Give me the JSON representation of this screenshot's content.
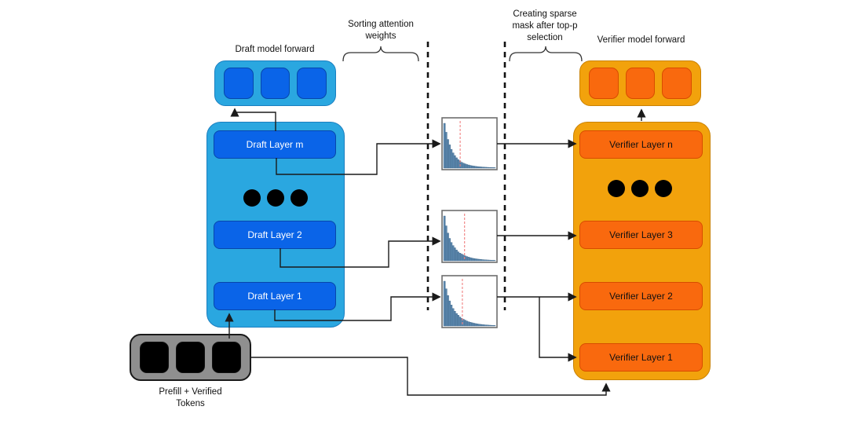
{
  "draft": {
    "title": "Draft model forward",
    "layers": [
      "Draft Layer m",
      "Draft Layer 2",
      "Draft Layer 1"
    ]
  },
  "verifier": {
    "title": "Verifier model forward",
    "layers": [
      "Verifier Layer n",
      "Verifier Layer 3",
      "Verifier Layer 2",
      "Verifier Layer 1"
    ]
  },
  "annotations": {
    "sorting": {
      "lines": [
        "Sorting attention",
        "weights"
      ]
    },
    "sparse_mask": {
      "lines": [
        "Creating sparse",
        "mask after top-p",
        "selection"
      ]
    }
  },
  "tokens": {
    "lines": [
      "Prefill + Verified",
      "Tokens"
    ]
  },
  "colors": {
    "draft_container": "#2aa7e0",
    "draft_block": "#0a64e8",
    "draft_block_border": "#0747ac",
    "verifier_container": "#f2a20c",
    "verifier_block": "#f9690e",
    "verifier_block_border": "#d84c00",
    "token_box": "#8f8f8f",
    "token_block": "#000000",
    "histogram_bar": "#5b87ad",
    "histogram_bar_border": "#3d6487",
    "threshold_line": "#f08080",
    "line": "#1a1a1a"
  },
  "chart_data": [
    {
      "type": "bar",
      "name": "attention-weights-histogram-top",
      "values": [
        1.0,
        0.8,
        0.64,
        0.52,
        0.42,
        0.34,
        0.28,
        0.23,
        0.19,
        0.16,
        0.13,
        0.11,
        0.095,
        0.08,
        0.07,
        0.06,
        0.052,
        0.045,
        0.04,
        0.035,
        0.03,
        0.027,
        0.024,
        0.021,
        0.019,
        0.017,
        0.015,
        0.013,
        0.012,
        0.011
      ],
      "threshold_frac": 0.33,
      "grid": false,
      "axis_labels": false
    },
    {
      "type": "bar",
      "name": "attention-weights-histogram-middle",
      "values": [
        1.0,
        0.78,
        0.62,
        0.5,
        0.41,
        0.34,
        0.29,
        0.24,
        0.2,
        0.17,
        0.15,
        0.13,
        0.11,
        0.095,
        0.082,
        0.07,
        0.06,
        0.052,
        0.045,
        0.04,
        0.035,
        0.03,
        0.026,
        0.023,
        0.02,
        0.018,
        0.016,
        0.014,
        0.012,
        0.011
      ],
      "threshold_frac": 0.41,
      "grid": false,
      "axis_labels": false
    },
    {
      "type": "bar",
      "name": "attention-weights-histogram-bottom",
      "values": [
        1.0,
        0.83,
        0.68,
        0.56,
        0.47,
        0.39,
        0.33,
        0.28,
        0.24,
        0.2,
        0.17,
        0.15,
        0.13,
        0.11,
        0.095,
        0.082,
        0.072,
        0.062,
        0.054,
        0.047,
        0.041,
        0.036,
        0.031,
        0.027,
        0.024,
        0.021,
        0.018,
        0.016,
        0.014,
        0.012
      ],
      "threshold_frac": 0.37,
      "grid": false,
      "axis_labels": false
    }
  ]
}
